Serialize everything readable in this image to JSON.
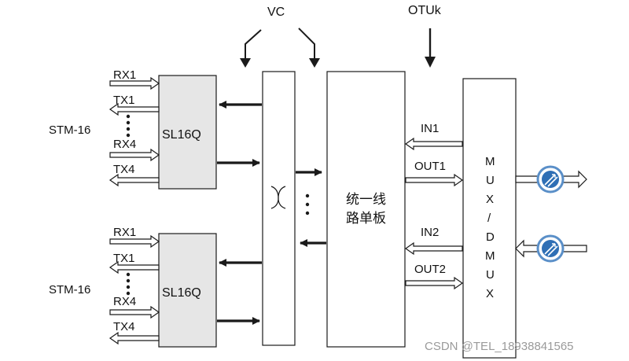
{
  "labels": {
    "vc": "VC",
    "otuk": "OTUk",
    "stm_top": "STM-16",
    "stm_bottom": "STM-16",
    "sl16q_top": "SL16Q",
    "sl16q_bottom": "SL16Q",
    "rx1_top": "RX1",
    "tx1_top": "TX1",
    "rx4_top": "RX4",
    "tx4_top": "TX4",
    "rx1_bottom": "RX1",
    "tx1_bottom": "TX1",
    "rx4_bottom": "RX4",
    "tx4_bottom": "TX4",
    "line_board_1": "统一线",
    "line_board_2": "路单板",
    "in1": "IN1",
    "out1": "OUT1",
    "in2": "IN2",
    "out2": "OUT2",
    "mux_chars": [
      "M",
      "U",
      "X",
      "/",
      "D",
      "M",
      "U",
      "X"
    ],
    "watermark": "CSDN @TEL_18938841565"
  },
  "colors": {
    "stroke": "#1a1a1a",
    "box_fill": "#e6e6e6",
    "white": "#ffffff",
    "connector_blue": "#2f6fb5",
    "connector_ring": "#5a8fc8"
  },
  "icons": [
    "hollow-arrow",
    "solid-arrow",
    "optical-connector-icon",
    "cross-connect-symbol"
  ]
}
